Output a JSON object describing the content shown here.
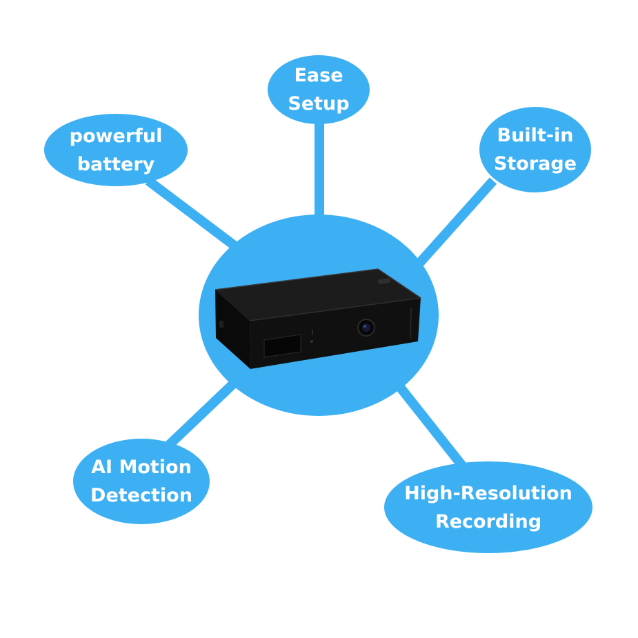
{
  "colors": {
    "accent": "#3db0f4",
    "label_text": "#ffffff",
    "device_body": "#151515"
  },
  "features": {
    "ease_setup": "Ease\nSetup",
    "powerful_battery": "powerful\nbattery",
    "built_in_storage": "Built-in\nStorage",
    "ai_motion_detection": "AI Motion\nDetection",
    "high_resolution_recording": "High-Resolution\nRecording"
  }
}
